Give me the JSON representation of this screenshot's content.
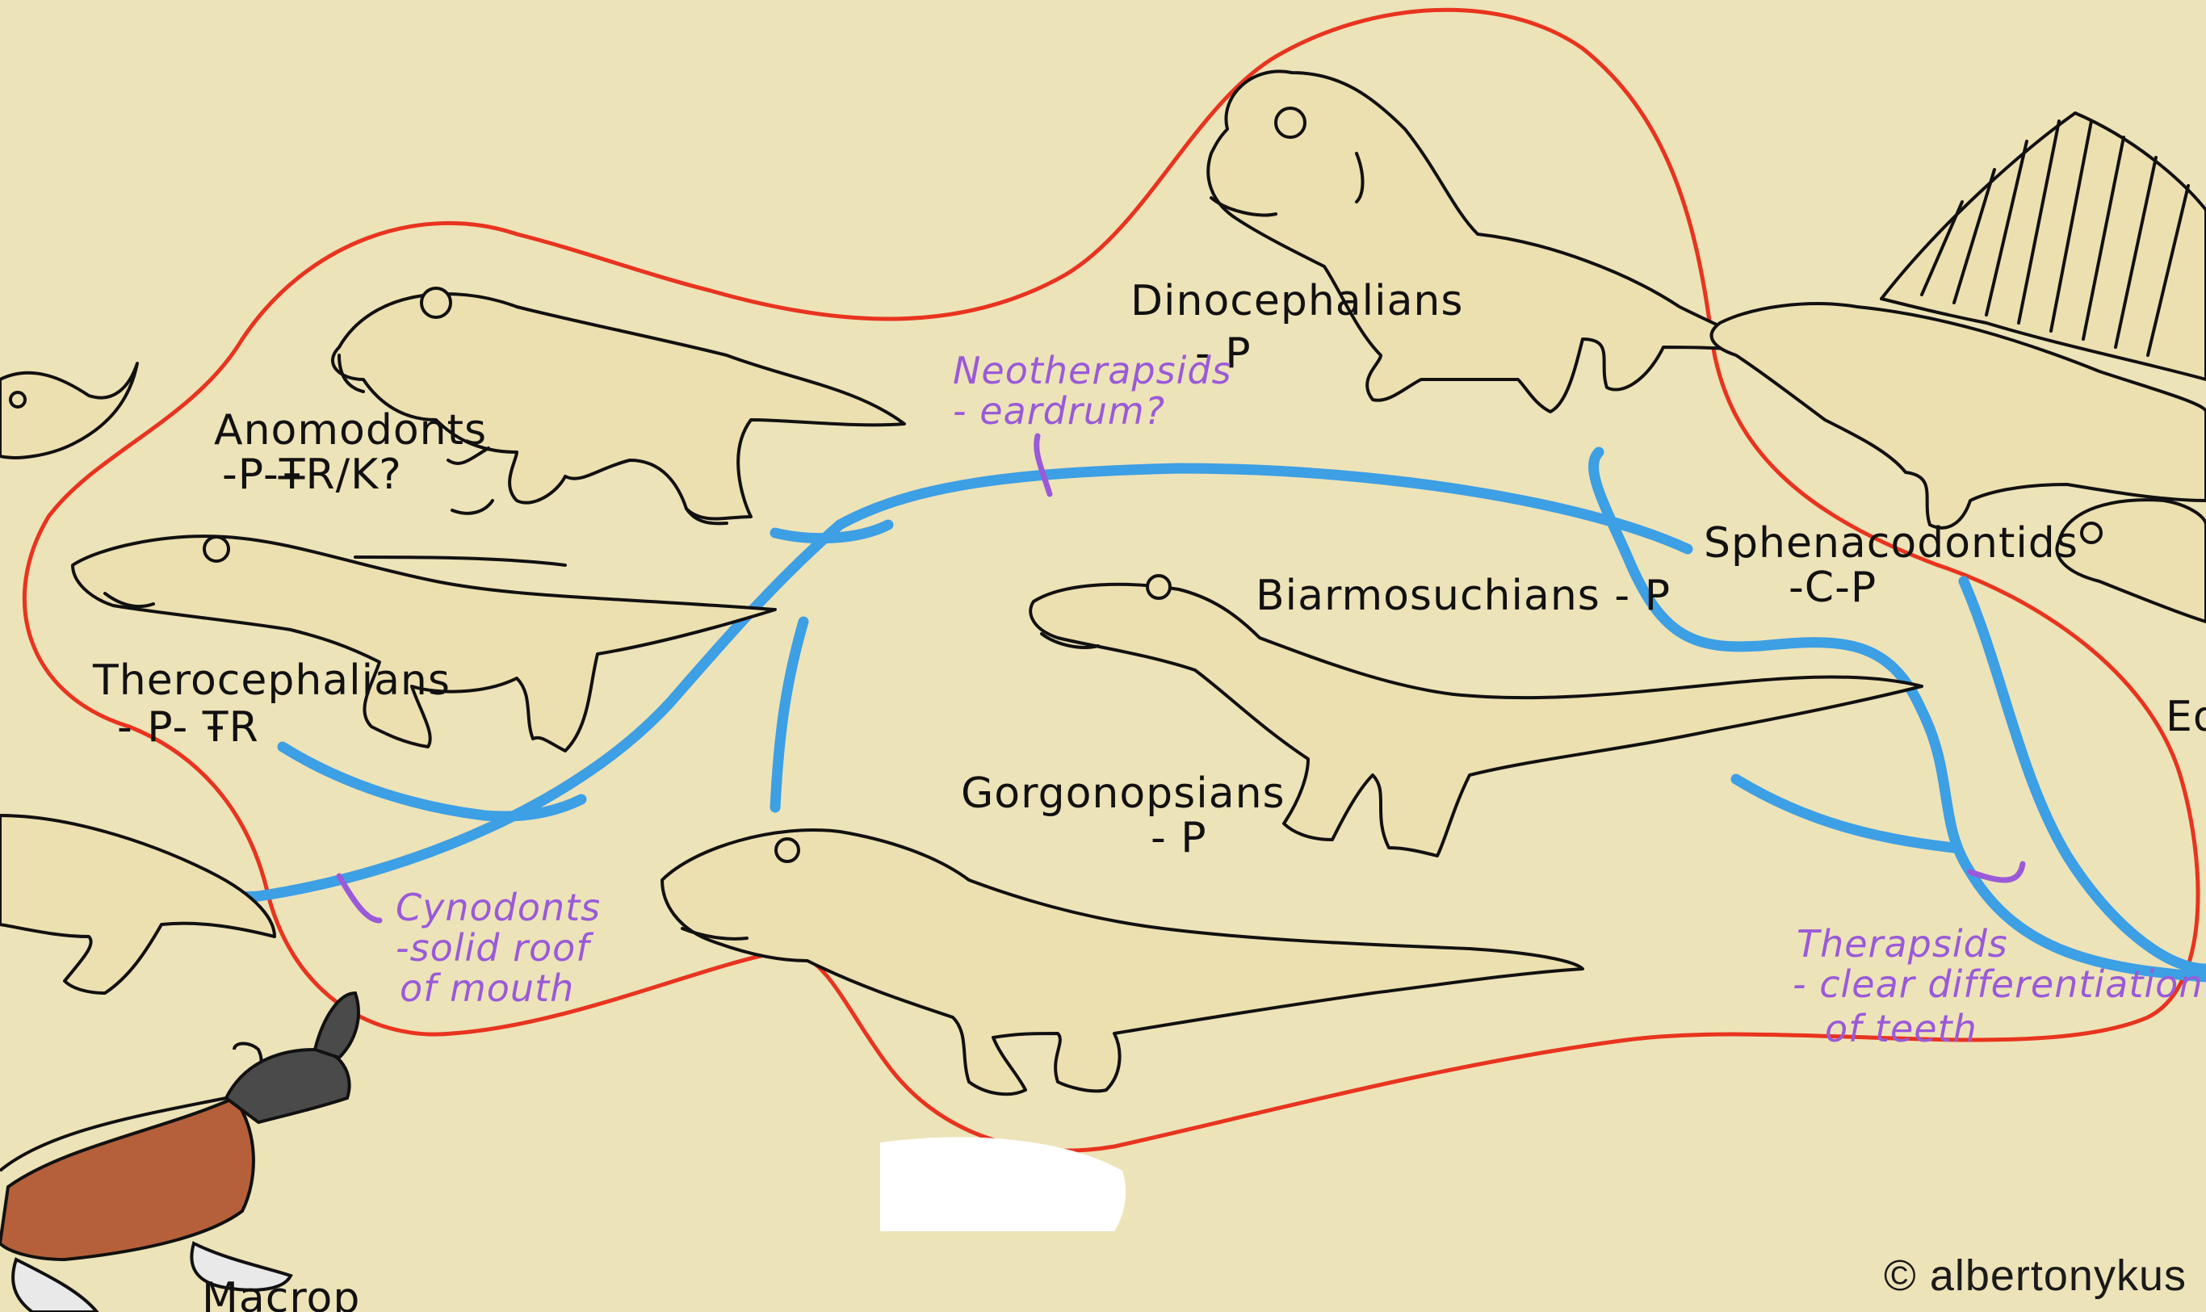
{
  "clades": [
    {
      "id": "anomodonts",
      "name": "Anomodonts",
      "range": "-P-Ŧ̶R/K?"
    },
    {
      "id": "therocephalians",
      "name": "Therocephalians",
      "range": "- P- ŦR"
    },
    {
      "id": "dinocephalians",
      "name": "Dinocephalians",
      "range": "- P"
    },
    {
      "id": "biarmosuchians",
      "name": "Biarmosuchians - P",
      "range": ""
    },
    {
      "id": "gorgonopsians",
      "name": "Gorgonopsians",
      "range": "- P"
    },
    {
      "id": "sphenacodontids",
      "name": "Sphenacodontids",
      "range": "-C-P"
    }
  ],
  "nodes": [
    {
      "id": "neotherapsids",
      "line1": "Neotherapsids",
      "line2": "- eardrum?"
    },
    {
      "id": "cynodonts",
      "line1": "Cynodonts",
      "line2": "-solid roof",
      "line3": "of mouth"
    },
    {
      "id": "therapsids",
      "line1": "Therapsids",
      "line2": "- clear differentiation",
      "line3": "of teeth"
    }
  ],
  "partial_labels": {
    "edge_right": "Ed",
    "bottom_left": "Macrop"
  },
  "credit": "© albertonykus",
  "colors": {
    "background": "#ede3b8",
    "branch": "#3d9fe4",
    "node_note": "#9a5ad8",
    "group_outline": "#e8341f",
    "ink": "#111111",
    "kangaroo_body": "#b5603a",
    "kangaroo_head": "#4a4a4a"
  }
}
